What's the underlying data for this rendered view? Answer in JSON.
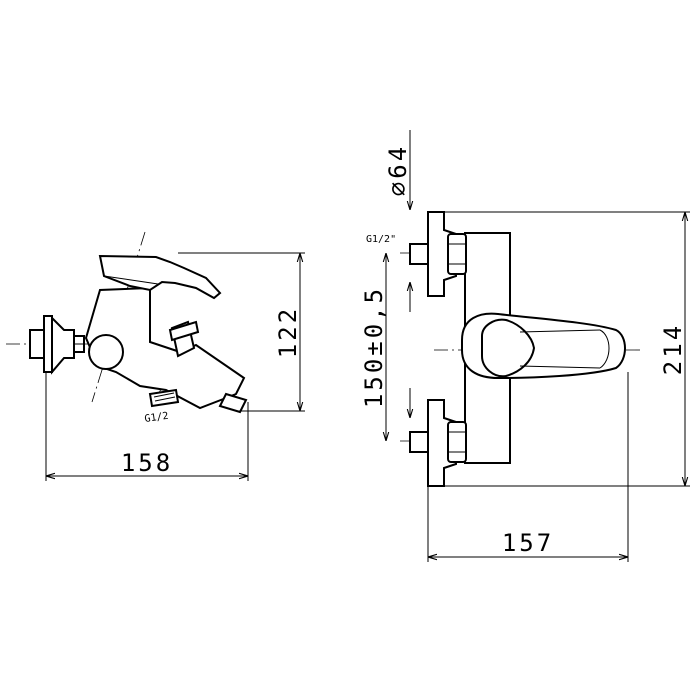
{
  "side_view": {
    "width_dim": "158",
    "height_dim": "122",
    "thread_label": "G1/2"
  },
  "front_view": {
    "diameter_dim": "∅64",
    "center_dim": "150±0,5",
    "height_dim": "214",
    "width_dim": "157",
    "thread_label": "G1/2\""
  }
}
